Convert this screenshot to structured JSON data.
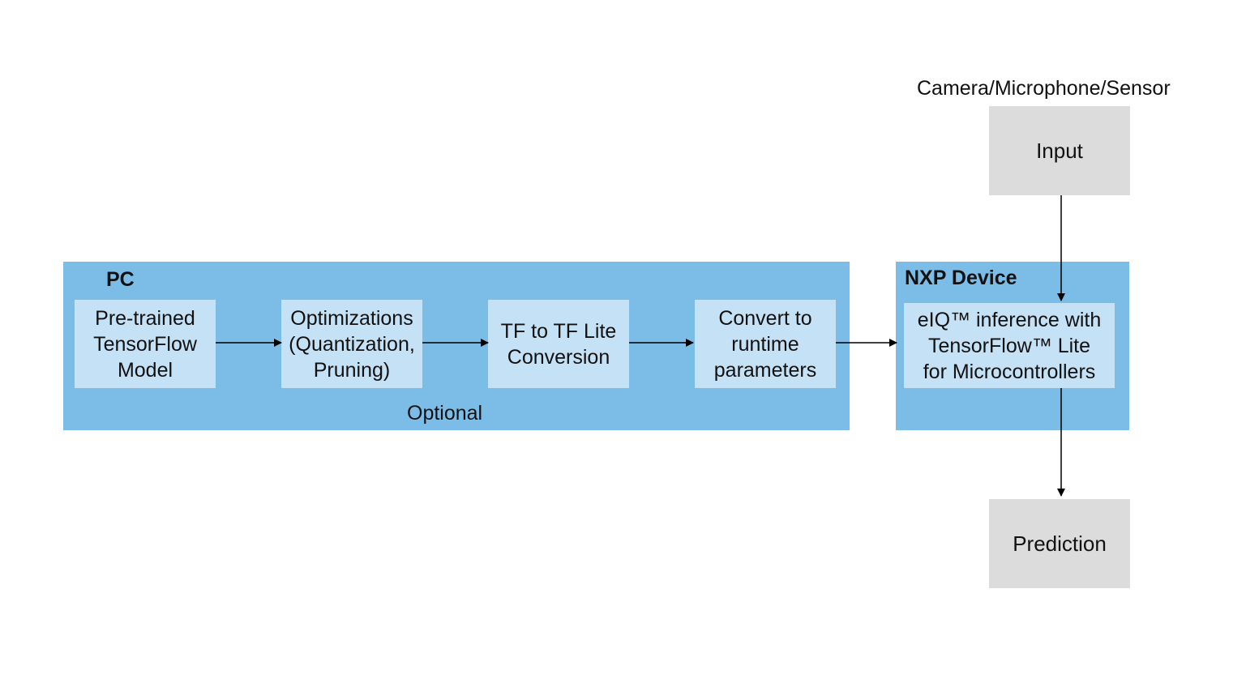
{
  "pc": {
    "title": "PC",
    "steps": [
      {
        "label": "Pre-trained\nTensorFlow\nModel"
      },
      {
        "label": "Optimizations\n(Quantization,\nPruning)"
      },
      {
        "label": "TF to TF Lite\nConversion"
      },
      {
        "label": "Convert to\nruntime\nparameters"
      }
    ],
    "optional_label": "Optional"
  },
  "nxp": {
    "title": "NXP Device",
    "inference_label": "eIQ™ inference with\nTensorFlow™ Lite\nfor Microcontrollers"
  },
  "input": {
    "source_label": "Camera/Microphone/Sensor",
    "label": "Input"
  },
  "output": {
    "label": "Prediction"
  },
  "colors": {
    "container": "#7cbde7",
    "step_box": "#c5e1f6",
    "io_box": "#dcdcdc",
    "arrow": "#000000"
  }
}
